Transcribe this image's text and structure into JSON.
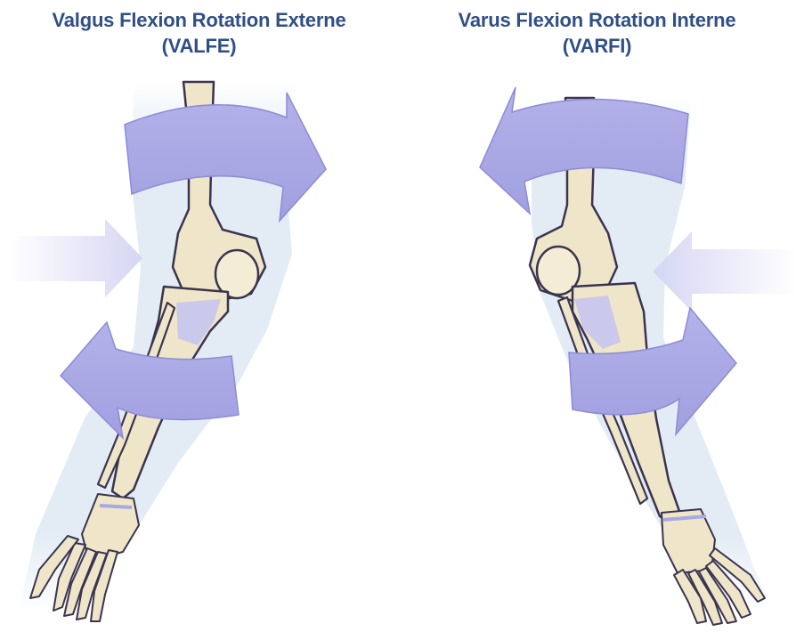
{
  "colors": {
    "title": "#2f4f86",
    "arrow": "#a9a8e3",
    "arrow_edge": "#8d8bd6",
    "bone": "#efe6c9",
    "bone_shade": "#dccfa5",
    "bone_outline": "#3a3450",
    "ligament": "#c7c5ee",
    "skin": "#e6eef6"
  },
  "left_panel": {
    "title_line1": "Valgus Flexion Rotation Externe",
    "title_line2": "(VALFE)",
    "icons": [
      "rotation-arrow-icon",
      "force-arrow-icon",
      "knee-bone-icon",
      "foot-bones-icon"
    ]
  },
  "right_panel": {
    "title_line1": "Varus Flexion Rotation Interne",
    "title_line2": "(VARFI)",
    "icons": [
      "rotation-arrow-icon",
      "force-arrow-icon",
      "knee-bone-icon",
      "foot-bones-icon"
    ]
  }
}
